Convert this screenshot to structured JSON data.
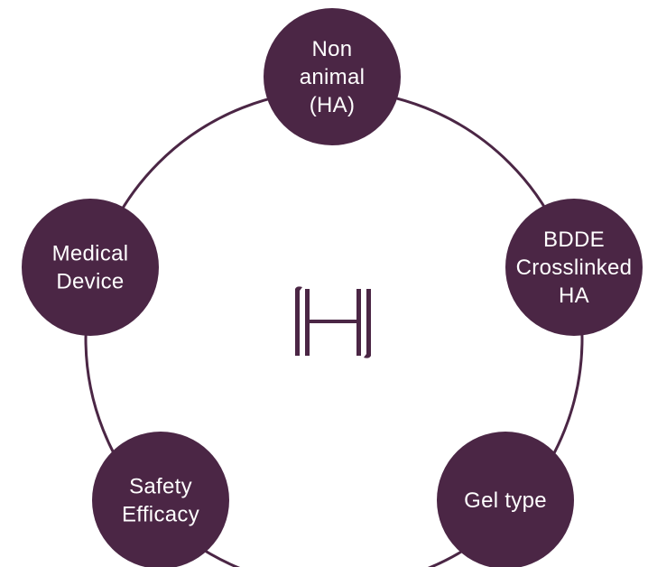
{
  "colors": {
    "node_fill": "#4b2645",
    "ring_stroke": "#4b2645",
    "label_text": "#ffffff",
    "logo": "#4b2645",
    "background": "#ffffff"
  },
  "center_logo": {
    "icon": "h-monogram-logo",
    "letter": "H"
  },
  "nodes": [
    {
      "id": "non-animal-ha",
      "lines": [
        "Non",
        "animal",
        "(HA)"
      ]
    },
    {
      "id": "bdde-crosslinked-ha",
      "lines": [
        "BDDE",
        "Crosslinked",
        "HA"
      ]
    },
    {
      "id": "gel-type",
      "lines": [
        "Gel type"
      ]
    },
    {
      "id": "safety-efficacy",
      "lines": [
        "Safety",
        "Efficacy"
      ]
    },
    {
      "id": "medical-device",
      "lines": [
        "Medical",
        "Device"
      ]
    }
  ]
}
